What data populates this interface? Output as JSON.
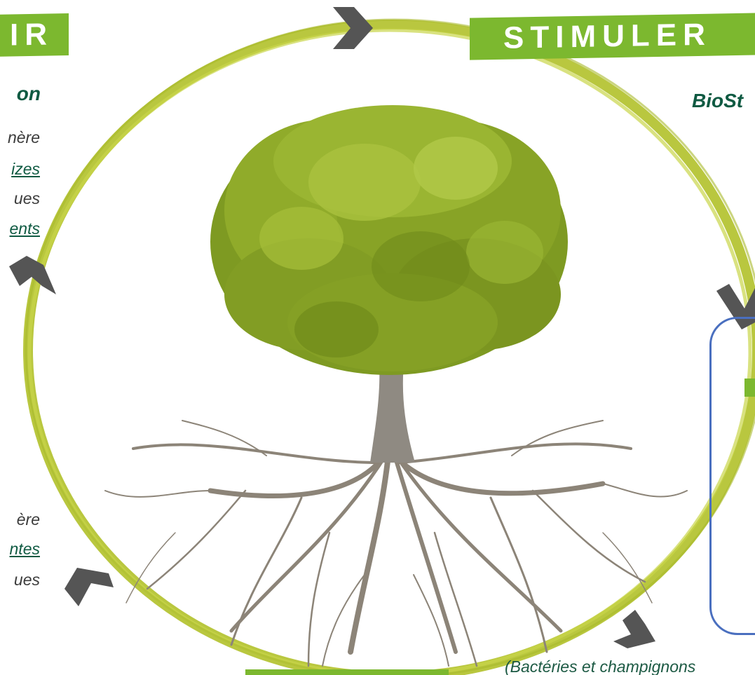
{
  "banners": {
    "left": "IR",
    "right": "STIMULER"
  },
  "left_panel": {
    "heading_fragment": "on",
    "lines_top": [
      "nère",
      "izes",
      "ues",
      "ents"
    ],
    "lines_bottom": [
      "ère",
      "ntes",
      "ues"
    ]
  },
  "right_panel": {
    "heading_fragment": "BioSt"
  },
  "bottom_caption": "(Bactéries et champignons",
  "colors": {
    "banner_green": "#7cb82f",
    "ring_green": "#b5c435",
    "arrow_gray": "#555555",
    "text_dark_green": "#0f5a42",
    "box_blue": "#4a6fbf"
  },
  "icons": [
    "chevron-right-icon",
    "chevron-down-icon",
    "chevron-up-icon",
    "tree-image"
  ]
}
